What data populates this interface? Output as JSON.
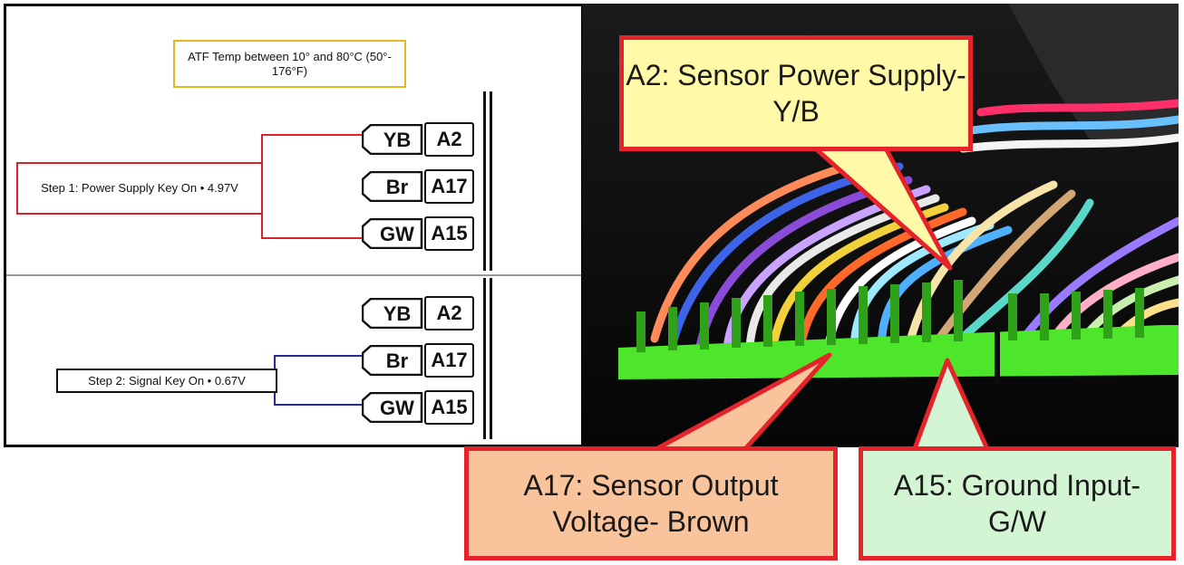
{
  "schematic": {
    "atf_note": "ATF Temp between 10° and 80°C (50°- 176°F)",
    "step1_note": "Step 1: Power Supply Key On • 4.97V",
    "step2_note": "Step 2: Signal Key On • 0.67V",
    "connector_top": [
      {
        "wire": "YB",
        "cavity": "A2"
      },
      {
        "wire": "Br",
        "cavity": "A17"
      },
      {
        "wire": "GW",
        "cavity": "A15"
      }
    ],
    "connector_bottom": [
      {
        "wire": "YB",
        "cavity": "A2"
      },
      {
        "wire": "Br",
        "cavity": "A17"
      },
      {
        "wire": "GW",
        "cavity": "A15"
      }
    ]
  },
  "callouts": {
    "a2": "A2: Sensor Power Supply- Y/B",
    "a17": "A17: Sensor Output Voltage- Brown",
    "a15": "A15: Ground Input- G/W"
  },
  "colors": {
    "step1_border": "#d8232a",
    "atf_border": "#e6b820",
    "callout_border": "#e4232a",
    "a2_fill": "#fff9a8",
    "a17_fill": "#f9c49b",
    "a15_fill": "#d4f5d4",
    "connector_green": "#4ee62a",
    "step2_wire": "#2a2a8a"
  }
}
